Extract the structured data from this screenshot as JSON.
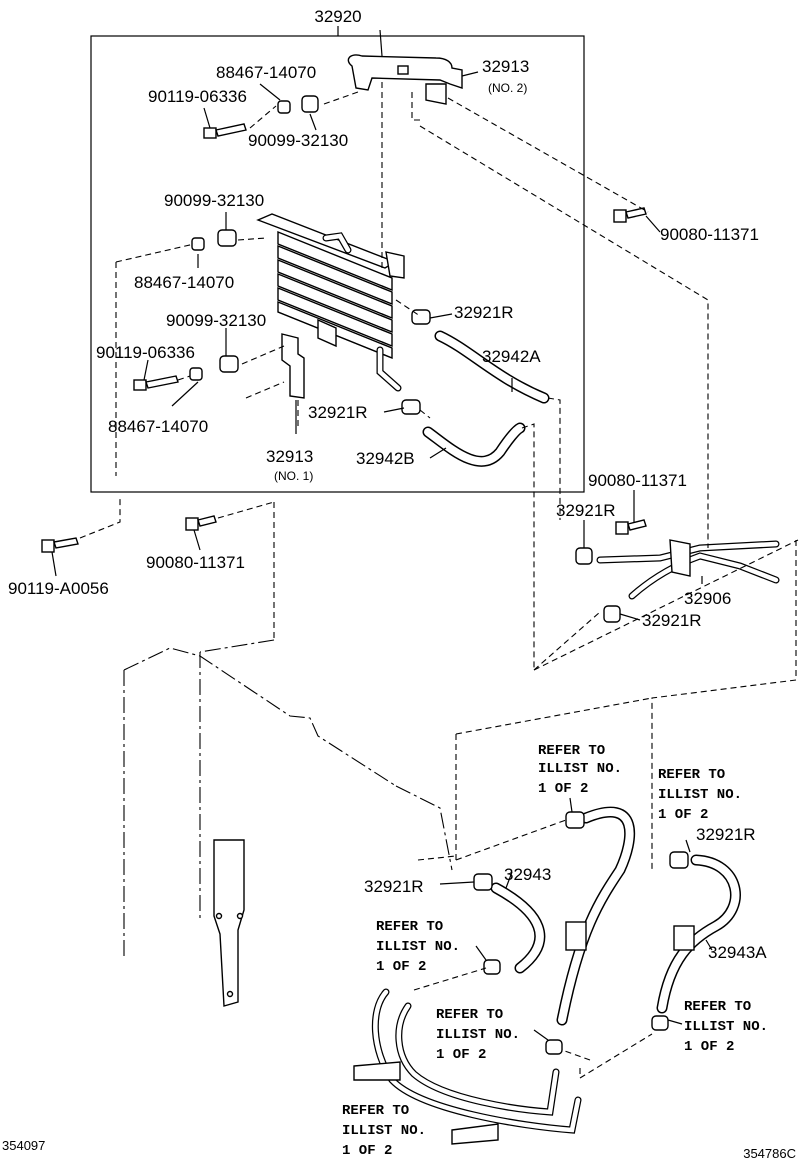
{
  "diagram": {
    "part_numbers": {
      "assembly": "32920",
      "bracket_no2": "32913",
      "bracket_no2_sub": "(NO. 2)",
      "bracket_no1": "32913",
      "bracket_no1_sub": "(NO. 1)",
      "washer_a": "88467-14070",
      "bolt_a": "90119-06336",
      "bush_a": "90099-32130",
      "bush_b": "90099-32130",
      "washer_b": "88467-14070",
      "bush_c": "90099-32130",
      "bolt_b": "90119-06336",
      "washer_c": "88467-14070",
      "clamp_1": "32921R",
      "hose_a": "32942A",
      "clamp_2": "32921R",
      "hose_b": "32942B",
      "bolt_c": "90080-11371",
      "bolt_d": "90080-11371",
      "clamp_3": "32921R",
      "tube": "32906",
      "clamp_4": "32921R",
      "bolt_e": "90080-11371",
      "bolt_f": "90119-A0056",
      "clamp_5": "32921R",
      "clamp_6": "32921R",
      "hose_c": "32943",
      "hose_d": "32943A"
    },
    "refer_notes": {
      "note_1": [
        "REFER TO",
        "ILLIST NO.",
        "1 OF 2"
      ],
      "note_2": [
        "REFER TO",
        "ILLIST NO.",
        "1 OF 2"
      ],
      "note_3": [
        "REFER TO",
        "ILLIST NO.",
        "1 OF 2"
      ],
      "note_4": [
        "REFER TO",
        "ILLIST NO.",
        "1 OF 2"
      ],
      "note_5": [
        "REFER TO",
        "ILLIST NO.",
        "1 OF 2"
      ],
      "note_6": [
        "REFER TO",
        "ILLIST NO.",
        "1 OF 2"
      ]
    },
    "codes": {
      "left": "354097",
      "right": "354786C"
    }
  }
}
